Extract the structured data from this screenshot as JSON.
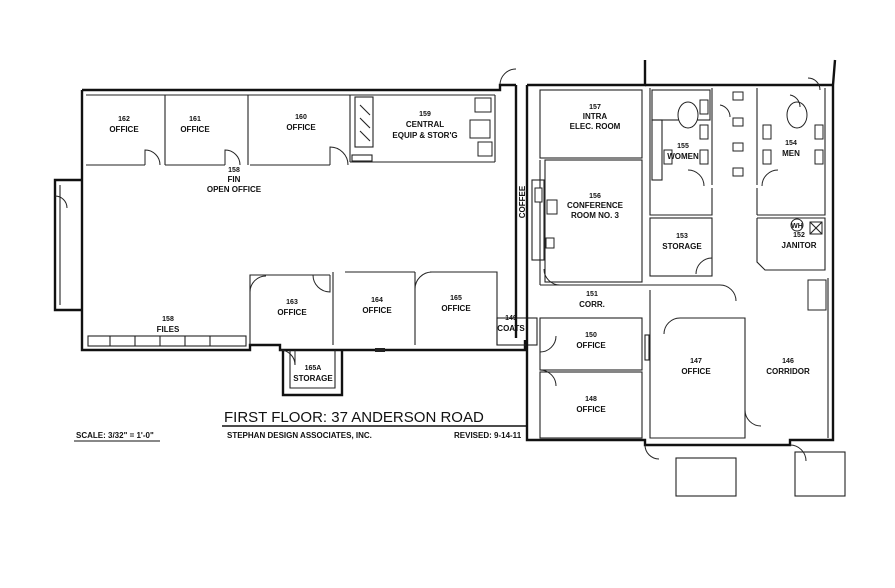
{
  "plan": {
    "title": "FIRST FLOOR:  37 ANDERSON ROAD",
    "scale": "SCALE: 3/32\" = 1'-0\"",
    "firm": "STEPHAN DESIGN ASSOCIATES, INC.",
    "revised": "REVISED: 9-14-11",
    "coffee": "COFFEE"
  },
  "rooms": [
    {
      "id": "r162",
      "number": "162",
      "name": "OFFICE"
    },
    {
      "id": "r161",
      "number": "161",
      "name": "OFFICE"
    },
    {
      "id": "r160",
      "number": "160",
      "name": "OFFICE"
    },
    {
      "id": "r159",
      "number": "159",
      "name": "CENTRAL",
      "name2": "EQUIP & STOR'G"
    },
    {
      "id": "r158a",
      "number": "158",
      "name": "FIN",
      "name2": "OPEN OFFICE"
    },
    {
      "id": "r158b",
      "number": "158",
      "name": "FILES"
    },
    {
      "id": "r163",
      "number": "163",
      "name": "OFFICE"
    },
    {
      "id": "r164",
      "number": "164",
      "name": "OFFICE"
    },
    {
      "id": "r165",
      "number": "165",
      "name": "OFFICE"
    },
    {
      "id": "r165a",
      "number": "165A",
      "name": "STORAGE"
    },
    {
      "id": "r149",
      "number": "149",
      "name": "COATS"
    },
    {
      "id": "r157",
      "number": "157",
      "name": "INTRA",
      "name2": "ELEC. ROOM"
    },
    {
      "id": "r156",
      "number": "156",
      "name": "CONFERENCE",
      "name2": "ROOM NO. 3"
    },
    {
      "id": "r155",
      "number": "155",
      "name": "WOMEN"
    },
    {
      "id": "r154",
      "number": "154",
      "name": "MEN"
    },
    {
      "id": "r153",
      "number": "153",
      "name": "STORAGE"
    },
    {
      "id": "r152",
      "number": "152",
      "name": "JANITOR"
    },
    {
      "id": "r151",
      "number": "151",
      "name": "CORR."
    },
    {
      "id": "r150",
      "number": "150",
      "name": "OFFICE"
    },
    {
      "id": "r148",
      "number": "148",
      "name": "OFFICE"
    },
    {
      "id": "r147",
      "number": "147",
      "name": "OFFICE"
    },
    {
      "id": "r146",
      "number": "146",
      "name": "CORRIDOR"
    }
  ],
  "fixtures": {
    "water_heater": "WH"
  }
}
